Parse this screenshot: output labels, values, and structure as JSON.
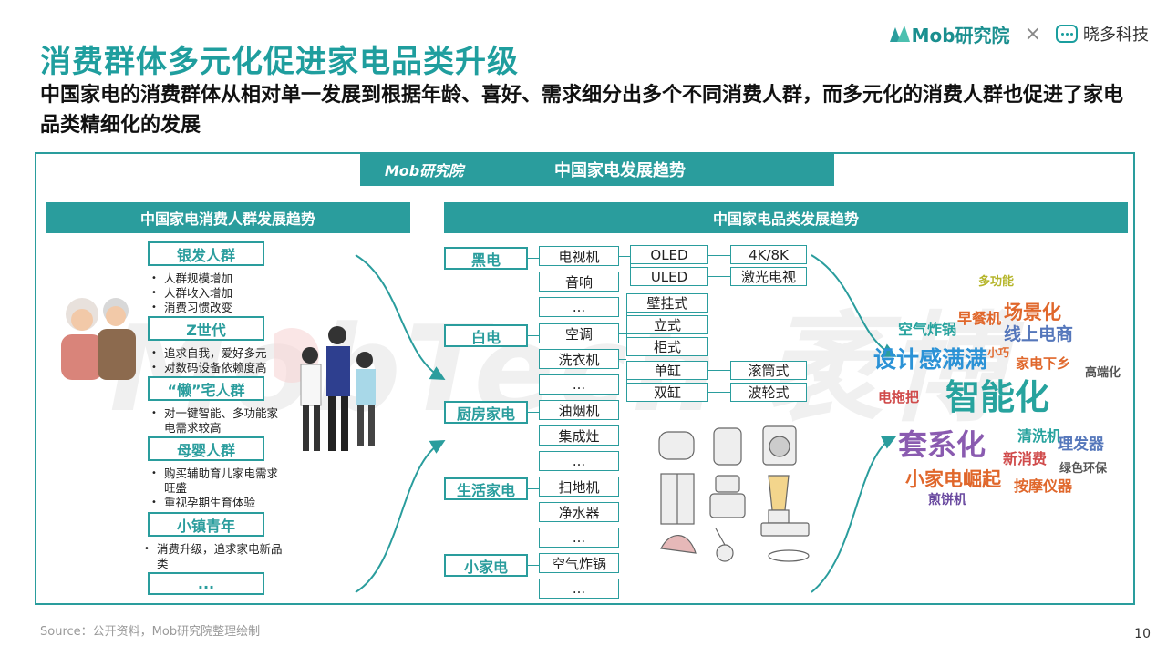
{
  "header": {
    "title": "消费群体多元化促进家电品类升级",
    "subtitle": "中国家电的消费群体从相对单一发展到根据年龄、喜好、需求细分出多个不同消费人群，而多元化的消费人群也促进了家电品类精细化的发展"
  },
  "logo": {
    "mob": "Mob研究院",
    "times": "×",
    "xd": "晓多科技"
  },
  "banner": {
    "logo": "Mob研究院",
    "title": "中国家电发展趋势"
  },
  "left": {
    "title": "中国家电消费人群发展趋势",
    "groups": [
      {
        "name": "银发人群",
        "points": [
          "人群规模增加",
          "人群收入增加",
          "消费习惯改变"
        ]
      },
      {
        "name": "Z世代",
        "points": [
          "追求自我，爱好多元",
          "对数码设备依赖度高"
        ]
      },
      {
        "name": "“懒”宅人群",
        "points": [
          "对一键智能、多功能家电需求较高"
        ]
      },
      {
        "name": "母婴人群",
        "points": [
          "购买辅助育儿家电需求旺盛",
          "重视孕期生育体验"
        ]
      },
      {
        "name": "小镇青年",
        "points": [
          "消费升级，追求家电新品类"
        ]
      }
    ],
    "more": "..."
  },
  "right": {
    "title": "中国家电品类发展趋势",
    "categories": [
      "黑电",
      "白电",
      "厨房家电",
      "生活家电",
      "小家电"
    ],
    "items": [
      "电视机",
      "音响",
      "...",
      "空调",
      "洗衣机",
      "...",
      "油烟机",
      "集成灶",
      "...",
      "扫地机",
      "净水器",
      "...",
      "空气炸锅",
      "..."
    ],
    "tv_sub": [
      "OLED",
      "ULED"
    ],
    "tv_sub2": [
      "4K/8K",
      "激光电视"
    ],
    "ac_sub": [
      "壁挂式",
      "立式",
      "柜式"
    ],
    "wash_sub": [
      "单缸",
      "双缸"
    ],
    "wash_sub2": [
      "滚筒式",
      "波轮式"
    ]
  },
  "cloud": [
    {
      "t": "多功能",
      "c": "#b5b52a"
    },
    {
      "t": "场景化",
      "c": "#e0672b"
    },
    {
      "t": "早餐机",
      "c": "#e0672b"
    },
    {
      "t": "空气炸锅",
      "c": "#27a39e"
    },
    {
      "t": "线上电商",
      "c": "#5577bb"
    },
    {
      "t": "设计感满满",
      "c": "#2b92d6"
    },
    {
      "t": "小巧",
      "c": "#e0672b"
    },
    {
      "t": "家电下乡",
      "c": "#e0672b"
    },
    {
      "t": "高端化",
      "c": "#555555"
    },
    {
      "t": "电拖把",
      "c": "#d04b4b"
    },
    {
      "t": "智能化",
      "c": "#27a39e"
    },
    {
      "t": "套系化",
      "c": "#8a5bb0"
    },
    {
      "t": "清洗机",
      "c": "#27a39e"
    },
    {
      "t": "理发器",
      "c": "#5577bb"
    },
    {
      "t": "新消费",
      "c": "#d04b4b"
    },
    {
      "t": "绿色环保",
      "c": "#555555"
    },
    {
      "t": "小家电崛起",
      "c": "#e0672b"
    },
    {
      "t": "按摩仪器",
      "c": "#e0672b"
    },
    {
      "t": "煎饼机",
      "c": "#6a4aa0"
    }
  ],
  "watermark": "MobTech 袤博",
  "footer": {
    "source": "Source：公开资料，Mob研究院整理绘制",
    "page": "10"
  }
}
